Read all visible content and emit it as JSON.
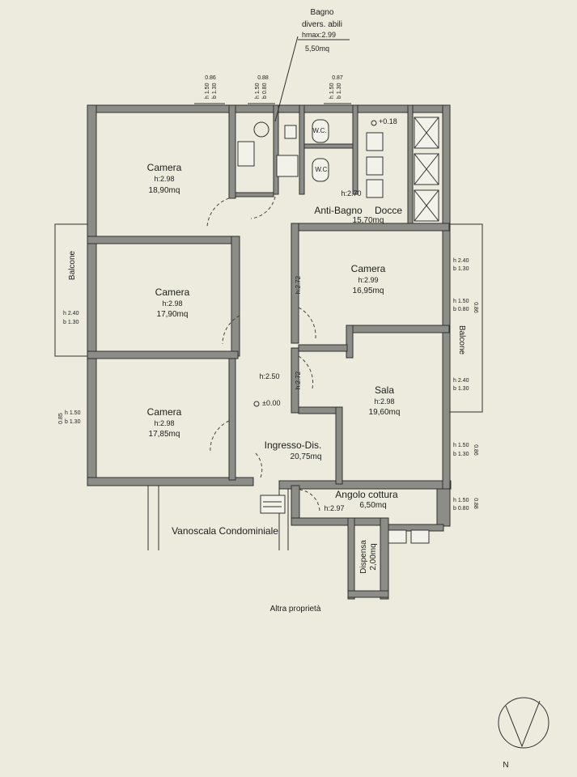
{
  "rooms": {
    "bagno": {
      "name_1": "Bagno",
      "name_2": "divers. abili",
      "height": "hmax:2.99",
      "area": "5,50mq"
    },
    "camera_1": {
      "name": "Camera",
      "height": "h:2.98",
      "area": "18,90mq"
    },
    "camera_2": {
      "name": "Camera",
      "height": "h:2.98",
      "area": "17,90mq"
    },
    "camera_3": {
      "name": "Camera",
      "height": "h:2.98",
      "area": "17,85mq"
    },
    "camera_4": {
      "name": "Camera",
      "height": "h:2.99",
      "area": "16,95mq"
    },
    "sala": {
      "name": "Sala",
      "height": "h:2.98",
      "area": "19,60mq"
    },
    "antibagno": {
      "name": "Anti-Bagno",
      "name_2": "Docce",
      "height": "h:2.70",
      "area": "15,70mq"
    },
    "ingresso": {
      "name": "Ingresso-Dis.",
      "height": "h:2.50",
      "area": "20,75mq"
    },
    "angolo": {
      "name": "Angolo cottura",
      "height": "h:2.97",
      "area": "6,50mq"
    },
    "dispensa": {
      "name": "Dispensa",
      "area": "2,00mq"
    }
  },
  "labels": {
    "wc_1": "W.C.",
    "wc_2": "W.C.",
    "level_1": "+0.18",
    "level_2": "±0.00",
    "balcone_left": "Balcone",
    "balcone_right": "Balcone",
    "vanoscala": "Vanoscala Condominiale",
    "altra": "Altra proprietà",
    "north": "N",
    "h272_a": "h:2.72",
    "h272_b": "h:2.72"
  },
  "windows": {
    "w1": {
      "width": "0.86",
      "h": "h 1.50",
      "b": "b 1.30"
    },
    "w2": {
      "width": "0.88",
      "h": "h 1.50",
      "b": "b 0.80"
    },
    "w3": {
      "width": "0.87",
      "h": "h 1.50",
      "b": "b 1.30"
    },
    "left_balcone": {
      "h": "h 2.40",
      "b": "b 1.30"
    },
    "left_window": {
      "width": "0.85",
      "h": "h 1.50",
      "b": "b 1.30"
    },
    "r1": {
      "h": "h 2.40",
      "b": "b 1.30"
    },
    "r2": {
      "width": "0.86",
      "h": "h 1.50",
      "b": "b 0.80"
    },
    "r3": {
      "h": "h 2.40",
      "b": "b 1.30"
    },
    "r4": {
      "width": "0.86",
      "h": "h 1.50",
      "b": "b 1.30"
    },
    "r5": {
      "width": "0.88",
      "h": "h 1.50",
      "b": "b 0.80"
    }
  }
}
